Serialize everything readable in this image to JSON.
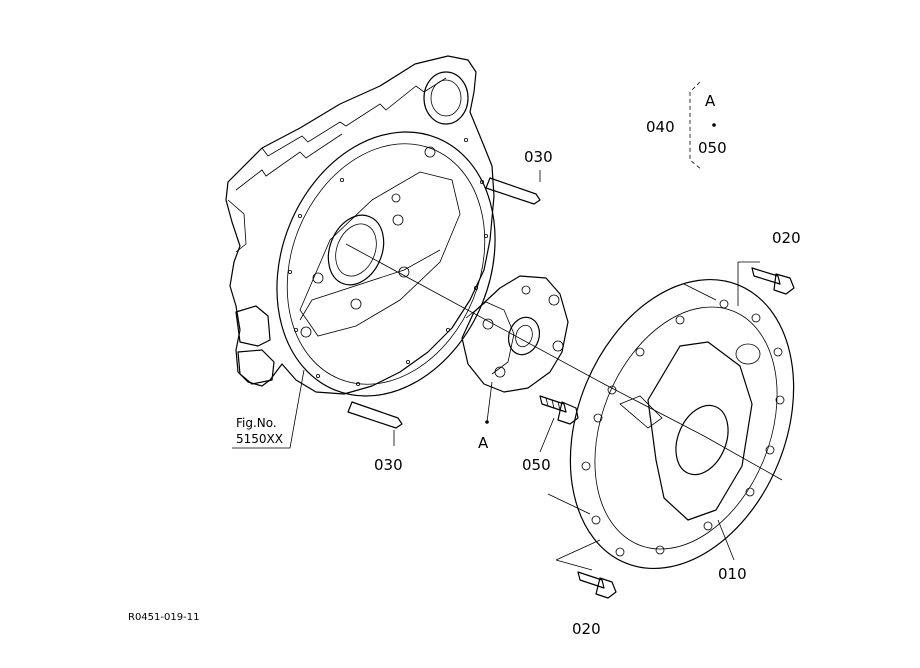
{
  "callouts": {
    "c030_top": "030",
    "c030_bottom": "030",
    "c020_top": "020",
    "c020_bottom": "020",
    "c050": "050",
    "c010": "010",
    "c_a": "A",
    "c040": "040"
  },
  "legend": {
    "letter": "A",
    "part": "050"
  },
  "fig_ref": {
    "line1": "Fig.No.",
    "line2": "5150XX"
  },
  "drawing_code": "R0451-019-11"
}
